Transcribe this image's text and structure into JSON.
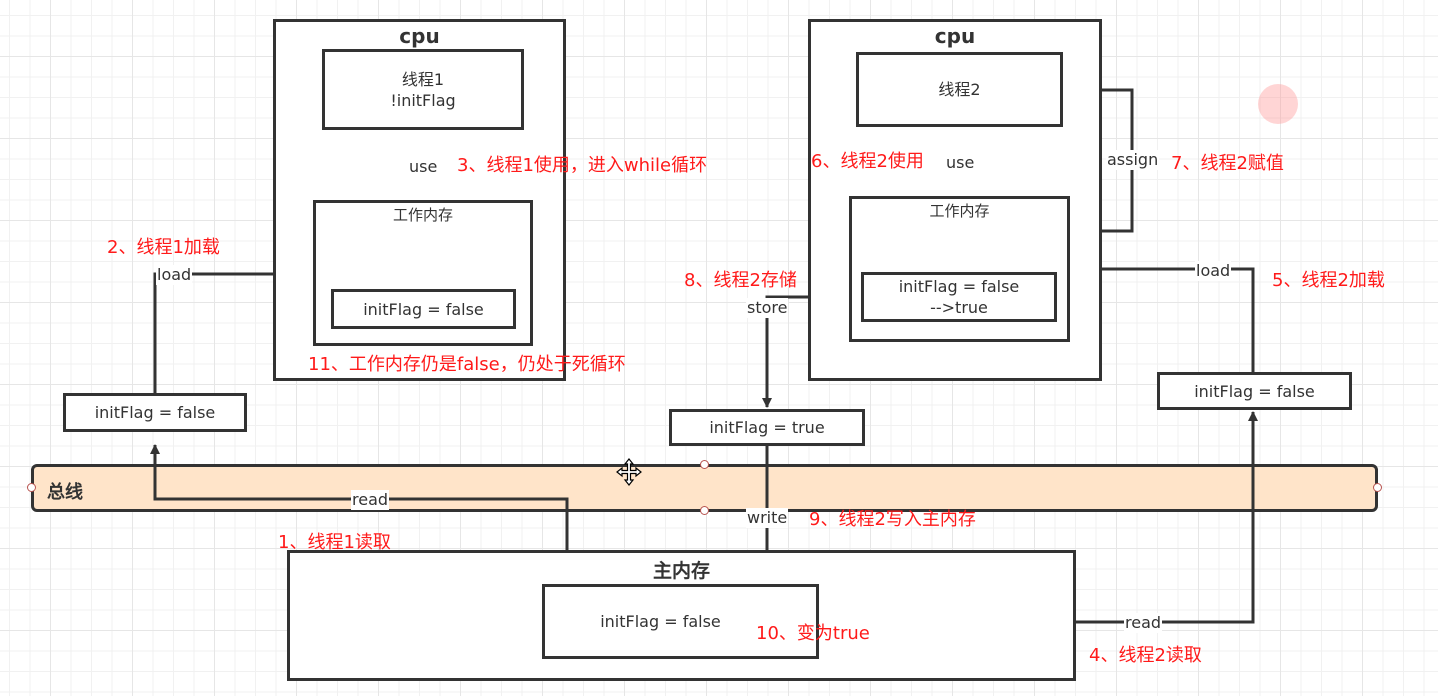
{
  "diagram": {
    "cpu1": {
      "title": "cpu",
      "thread_box": {
        "line1": "线程1",
        "line2": "!initFlag"
      },
      "working_memory": {
        "title": "工作内存",
        "var": "initFlag = false"
      }
    },
    "cpu2": {
      "title": "cpu",
      "thread_box": {
        "line1": "线程2"
      },
      "working_memory": {
        "title": "工作内存",
        "var_line1": "initFlag = false",
        "var_line2": "-->true"
      }
    },
    "bus": {
      "label": "总线"
    },
    "main_memory": {
      "title": "主内存",
      "var": "initFlag = false"
    },
    "transit_boxes": {
      "left": "initFlag = false",
      "middle": "initFlag = true",
      "right": "initFlag = false"
    },
    "edge_labels": {
      "use1": "use",
      "use2": "use",
      "assign": "assign",
      "load1": "load",
      "load2": "load",
      "store": "store",
      "write": "write",
      "read1": "read",
      "read2": "read"
    },
    "annotations": {
      "step1": "1、线程1读取",
      "step2": "2、线程1加载",
      "step3": "3、线程1使用，进入while循环",
      "step4": "4、线程2读取",
      "step5": "5、线程2加载",
      "step6": "6、线程2使用",
      "step7": "7、线程2赋值",
      "step8": "8、线程2存储",
      "step9": "9、线程2写入主内存",
      "step10": "10、变为true",
      "step11": "11、工作内存仍是false，仍处于死循环"
    },
    "colors": {
      "stroke": "#333333",
      "annotation": "#ff1a1a",
      "bus_fill": "#ffe4c9",
      "handle_stroke": "#b85450"
    }
  }
}
